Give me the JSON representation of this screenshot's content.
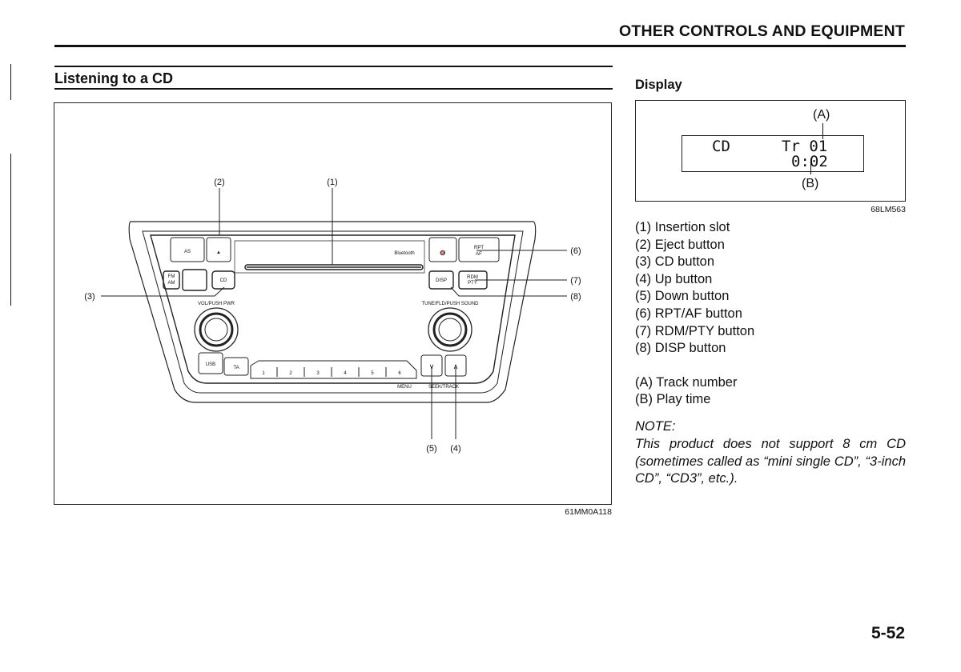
{
  "section_title": "OTHER CONTROLS AND EQUIPMENT",
  "heading": "Listening to a CD",
  "figure_code_main": "61MM0A118",
  "radio_labels": {
    "callouts": [
      "(1)",
      "(2)",
      "(3)",
      "(4)",
      "(5)",
      "(6)",
      "(7)",
      "(8)"
    ],
    "as": "AS",
    "eject": "▲",
    "bluetooth": "Bluetooth",
    "mute": "🔇",
    "rpt": "RPT",
    "af": "AF",
    "fm": "FM",
    "am": "AM",
    "cd": "CD",
    "disp": "DISP",
    "rdm": "RDM",
    "pty": "PTY",
    "vol": "VOL/PUSH PWR",
    "tune": "TUNE/FLD/PUSH SOUND",
    "usb": "USB",
    "ta": "TA",
    "presets": [
      "1",
      "2",
      "3",
      "4",
      "5",
      "6"
    ],
    "down": "∨",
    "up": "∧",
    "menu": "MENU",
    "seek": "SEEK/TRACK"
  },
  "display": {
    "heading": "Display",
    "label_a": "(A)",
    "label_b": "(B)",
    "lcd_source": "CD",
    "lcd_track": "Tr 01",
    "lcd_time": "0:02",
    "figure_code": "68LM563"
  },
  "items": [
    "(1) Insertion slot",
    "(2) Eject button",
    "(3) CD button",
    "(4) Up button",
    "(5) Down button",
    "(6) RPT/AF button",
    "(7) RDM/PTY button",
    "(8) DISP button"
  ],
  "display_items": [
    "(A) Track number",
    "(B) Play time"
  ],
  "note_label": "NOTE:",
  "note_text": "This product does not support 8 cm CD (sometimes called as “mini single CD”, “3-inch CD”, “CD3”, etc.).",
  "page_number": "5-52"
}
